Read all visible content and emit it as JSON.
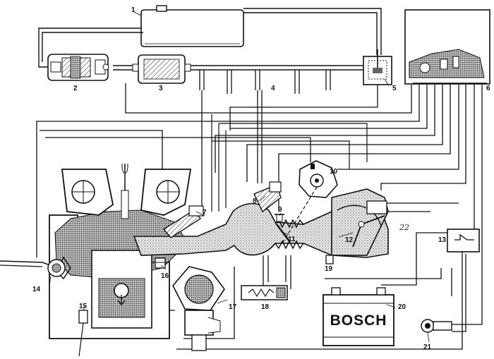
{
  "diagram": {
    "background": "#ffffff",
    "ink": "#111111",
    "stipple": "#9a9a9a",
    "callouts": [
      "1",
      "2",
      "3",
      "4",
      "5",
      "6",
      "7",
      "8",
      "9",
      "10",
      "11",
      "12",
      "13",
      "14",
      "15",
      "16",
      "17",
      "18",
      "19",
      "20",
      "21"
    ],
    "battery_brand": "BOSCH",
    "handwritten_note": "22"
  }
}
